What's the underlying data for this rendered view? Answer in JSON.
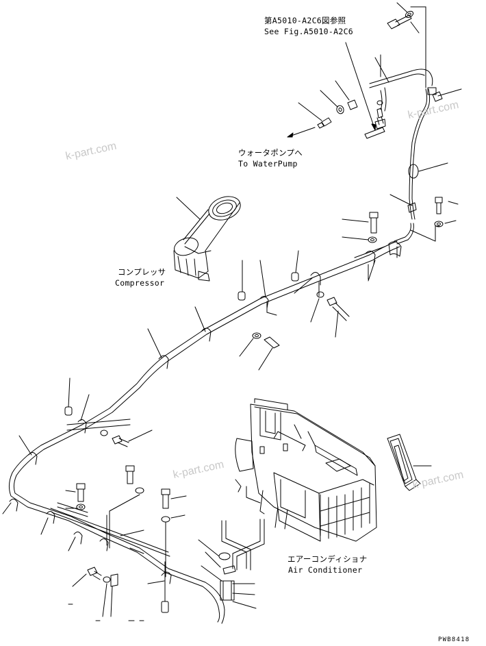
{
  "labels": {
    "see_fig_jp": "第A5010-A2C6図参照",
    "see_fig_en": "See Fig.A5010-A2C6",
    "water_pump_jp": "ウォータポンプへ",
    "water_pump_en": "To WaterPump",
    "compressor_jp": "コンプレッサ",
    "compressor_en": "Compressor",
    "air_conditioner_jp": "エアーコンディショナ",
    "air_conditioner_en": "Air Conditioner"
  },
  "watermark": "k-part.com",
  "drawing_code": "PWB8418"
}
